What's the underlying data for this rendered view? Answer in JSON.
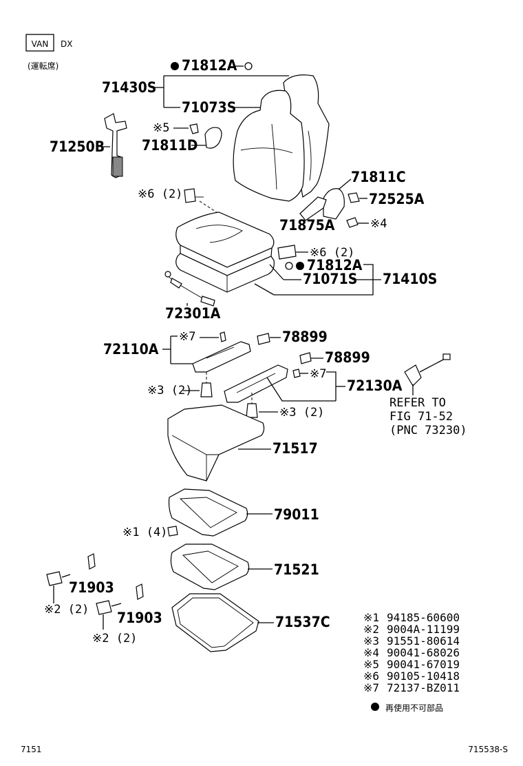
{
  "header": {
    "van": "VAN",
    "grade": "DX",
    "side": "(運転席)"
  },
  "parts": {
    "p71812A_top": "71812A",
    "p71430S": "71430S",
    "p71073S": "71073S",
    "p71250B": "71250B",
    "p71811D": "71811D",
    "p71811C": "71811C",
    "p72525A": "72525A",
    "p71875A": "71875A",
    "p71812A_mid": "71812A",
    "p71071S": "71071S",
    "p71410S": "71410S",
    "p72301A": "72301A",
    "p72110A": "72110A",
    "p78899_a": "78899",
    "p78899_b": "78899",
    "p72130A": "72130A",
    "p71517": "71517",
    "p79011": "79011",
    "p71521": "71521",
    "p71903_a": "71903",
    "p71903_b": "71903",
    "p71537C": "71537C"
  },
  "notes": {
    "n5": "※5",
    "n6a": "※6 (2)",
    "n6b": "※6 (2)",
    "n4": "※4",
    "n7a": "※7",
    "n7b": "※7",
    "n3a": "※3 (2)",
    "n3b": "※3 (2)",
    "n1": "※1 (4)",
    "n2a": "※2 (2)",
    "n2b": "※2 (2)"
  },
  "refer": {
    "line1": "REFER TO",
    "line2": "FIG 71-52",
    "line3": "(PNC 73230)"
  },
  "legend": [
    {
      "mark": "※1",
      "code": "94185-60600"
    },
    {
      "mark": "※2",
      "code": "9004A-11199"
    },
    {
      "mark": "※3",
      "code": "91551-80614"
    },
    {
      "mark": "※4",
      "code": "90041-68026"
    },
    {
      "mark": "※5",
      "code": "90041-67019"
    },
    {
      "mark": "※6",
      "code": "90105-10418"
    },
    {
      "mark": "※7",
      "code": "72137-BZ011"
    }
  ],
  "legend_note": "再使用不可部品",
  "footer": {
    "left": "7151",
    "right": "715538-S"
  }
}
